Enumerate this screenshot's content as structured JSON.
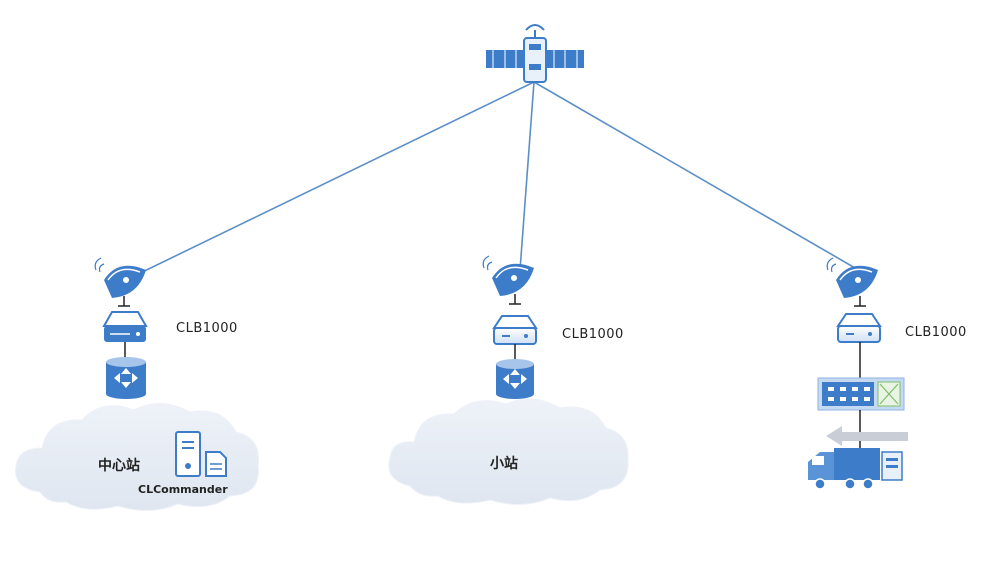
{
  "diagram": {
    "satellite": {
      "icon": "satellite-icon"
    },
    "links": [
      "satellite-to-hub",
      "satellite-to-small-station",
      "satellite-to-vehicle"
    ],
    "stations": [
      {
        "id": "hub",
        "modem_label": "CLB1000",
        "site_label": "中心站",
        "software_label": "CLCommander",
        "icons": [
          "satellite-dish-icon",
          "modem-icon",
          "router-icon",
          "cloud-icon",
          "server-icon",
          "document-icon"
        ]
      },
      {
        "id": "small-station",
        "modem_label": "CLB1000",
        "site_label": "小站",
        "icons": [
          "satellite-dish-icon",
          "modem-icon",
          "router-icon",
          "cloud-icon"
        ]
      },
      {
        "id": "vehicle",
        "modem_label": "CLB1000",
        "icons": [
          "satellite-dish-icon",
          "modem-icon",
          "switch-panel-icon",
          "arrow-left-icon",
          "truck-icon"
        ]
      }
    ],
    "colors": {
      "line": "#5b8fc7",
      "device_blue": "#3d7cc9",
      "device_light": "#e8f0fa",
      "cloud": "#e6ebf3",
      "panel": "#c5daf2"
    }
  }
}
